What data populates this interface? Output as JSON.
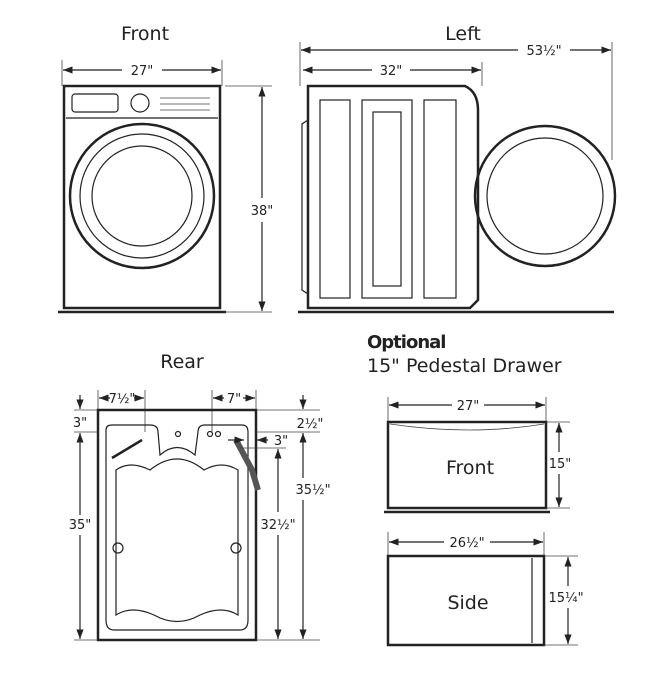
{
  "views": {
    "front": {
      "title": "Front",
      "width": "27\"",
      "height": "38\""
    },
    "left": {
      "title": "Left",
      "depth_open": "53½\"",
      "depth": "32\""
    },
    "rear": {
      "title": "Rear",
      "left_offset": "7½\"",
      "right_offset": "7\"",
      "top_left": "3\"",
      "top_right": "2½\"",
      "side_right": "3\"",
      "height_left": "35\"",
      "height_right_outer": "35½\"",
      "height_right_inner": "32½\""
    }
  },
  "pedestal": {
    "heading_line1": "Optional",
    "heading_line2": "15\" Pedestal Drawer",
    "front": {
      "label": "Front",
      "width": "27\"",
      "height": "15\""
    },
    "side": {
      "label": "Side",
      "width": "26½\"",
      "height": "15¼\""
    }
  }
}
